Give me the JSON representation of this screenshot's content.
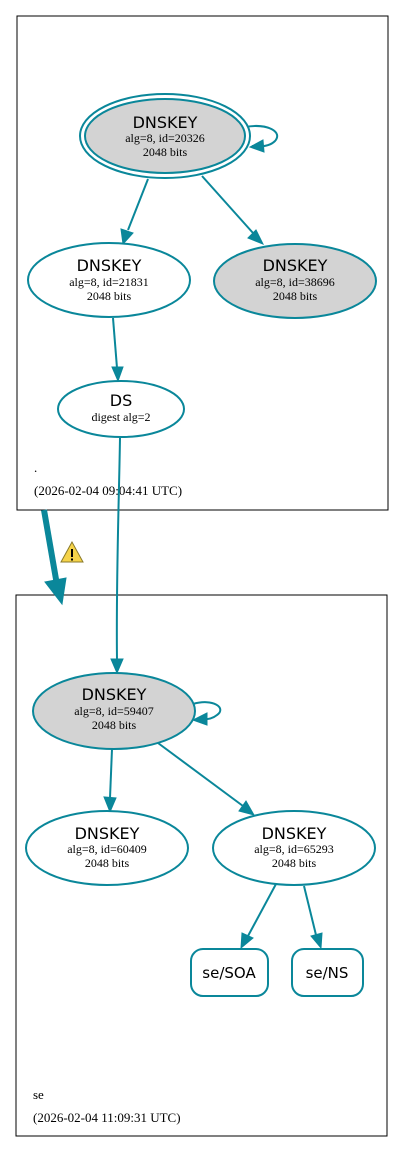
{
  "colors": {
    "edge": "#0a879a",
    "node_fill_plain": "#ffffff",
    "node_fill_key": "#d3d3d3",
    "warning_fill": "#f5d34a"
  },
  "root_zone": {
    "name": ".",
    "timestamp": "(2026-02-04 09:04:41 UTC)"
  },
  "se_zone": {
    "name": "se",
    "timestamp": "(2026-02-04 11:09:31 UTC)"
  },
  "nodes": {
    "root_ksk": {
      "title": "DNSKEY",
      "line1": "alg=8, id=20326",
      "line2": "2048 bits"
    },
    "root_zsk": {
      "title": "DNSKEY",
      "line1": "alg=8, id=21831",
      "line2": "2048 bits"
    },
    "root_key3": {
      "title": "DNSKEY",
      "line1": "alg=8, id=38696",
      "line2": "2048 bits"
    },
    "ds": {
      "title": "DS",
      "line1": "digest alg=2"
    },
    "se_ksk": {
      "title": "DNSKEY",
      "line1": "alg=8, id=59407",
      "line2": "2048 bits"
    },
    "se_key2": {
      "title": "DNSKEY",
      "line1": "alg=8, id=60409",
      "line2": "2048 bits"
    },
    "se_zsk": {
      "title": "DNSKEY",
      "line1": "alg=8, id=65293",
      "line2": "2048 bits"
    },
    "se_soa": {
      "title": "se/SOA"
    },
    "se_ns": {
      "title": "se/NS"
    }
  },
  "warning_icon": "warning-triangle-icon"
}
